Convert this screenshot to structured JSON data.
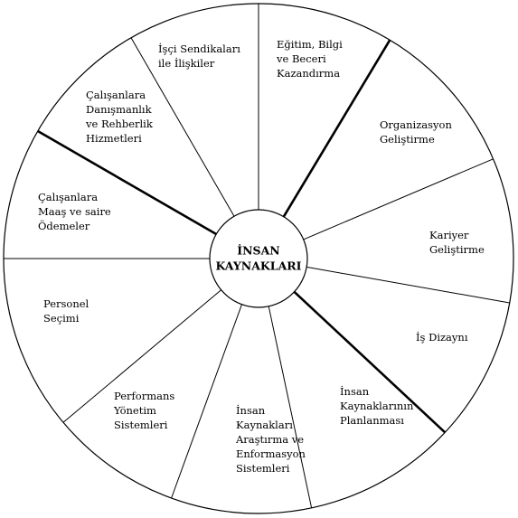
{
  "center": {
    "lines": [
      "İNSAN",
      "KAYNAKLARI"
    ]
  },
  "segments": [
    {
      "id": "egitim",
      "lines": [
        "Eğitim, Bilgi",
        "ve Beceri",
        "Kazandırma"
      ]
    },
    {
      "id": "organizasyon",
      "lines": [
        "Organizasyon",
        "Geliştirme"
      ]
    },
    {
      "id": "kariyer",
      "lines": [
        "Kariyer",
        "Geliştirme"
      ]
    },
    {
      "id": "is-dizayni",
      "lines": [
        "İş Dizaynı"
      ]
    },
    {
      "id": "planlama",
      "lines": [
        "İnsan",
        "Kaynaklarının",
        "Planlanması"
      ]
    },
    {
      "id": "arastirma",
      "lines": [
        "İnsan",
        "Kaynakları",
        "Araştırma ve",
        "Enformasyon",
        "Sistemleri"
      ]
    },
    {
      "id": "performans",
      "lines": [
        "Performans",
        "Yönetim",
        "Sistemleri"
      ]
    },
    {
      "id": "secim",
      "lines": [
        "Personel",
        "Seçimi"
      ]
    },
    {
      "id": "maas",
      "lines": [
        "Çalışanlara",
        "Maaş ve saire",
        "Ödemeler"
      ]
    },
    {
      "id": "danismanlik",
      "lines": [
        "Çalışanlara",
        "Danışmanlık",
        "ve Rehberlik",
        "Hizmetleri"
      ]
    },
    {
      "id": "sendika",
      "lines": [
        "İşçi Sendikaları",
        "ile İlişkiler"
      ]
    }
  ]
}
